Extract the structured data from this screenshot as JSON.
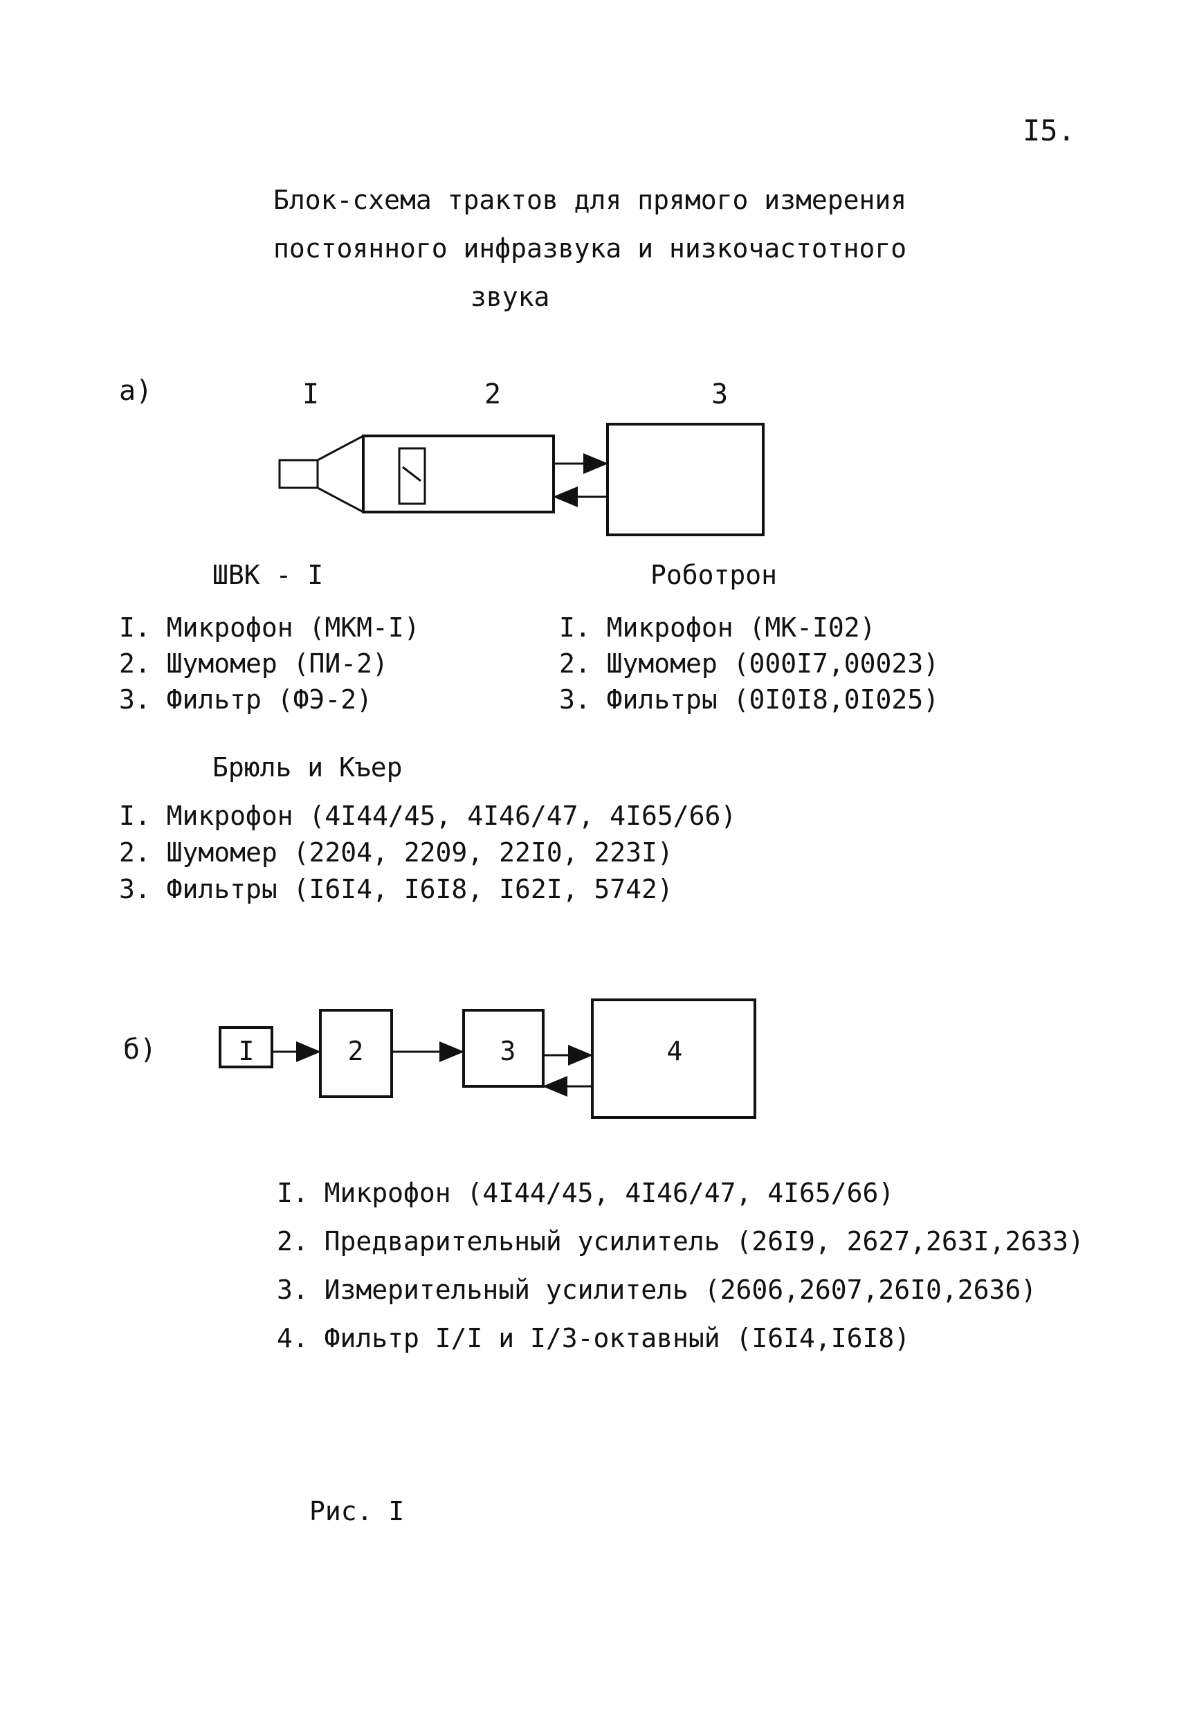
{
  "page_number": "I5.",
  "title": {
    "line1": "Блок-схема трактов для прямого измерения",
    "line2": "постоянного инфразвука и низкочастотного",
    "line3": "звука"
  },
  "diagram_a": {
    "label": "а)",
    "block_numbers": [
      "I",
      "2",
      "3"
    ]
  },
  "svk": {
    "heading": "ШВК - I",
    "items": [
      "I. Микрофон (МКМ-I)",
      "2. Шумомер (ПИ-2)",
      "3. Фильтр (ФЭ-2)"
    ]
  },
  "robotron": {
    "heading": "Роботрон",
    "items": [
      "I. Микрофон (МК-I02)",
      "2. Шумомер (000I7,00023)",
      "3. Фильтры (0I0I8,0I025)"
    ]
  },
  "bruel": {
    "heading": "Брюль и Къер",
    "items": [
      "I. Микрофон (4I44/45, 4I46/47, 4I65/66)",
      "2. Шумомер (2204, 2209, 22I0, 223I)",
      "3. Фильтры (I6I4, I6I8, I62I, 5742)"
    ]
  },
  "diagram_b": {
    "label": "б)",
    "block_labels": [
      "I",
      "2",
      "3",
      "4"
    ]
  },
  "chain_b": {
    "items": [
      "I. Микрофон (4I44/45, 4I46/47, 4I65/66)",
      "2. Предварительный усилитель (26I9, 2627,263I,2633)",
      "3. Измерительный усилитель (2606,2607,26I0,2636)",
      "4. Фильтр I/I и I/3-октавный (I6I4,I6I8)"
    ]
  },
  "caption": "Рис. I"
}
